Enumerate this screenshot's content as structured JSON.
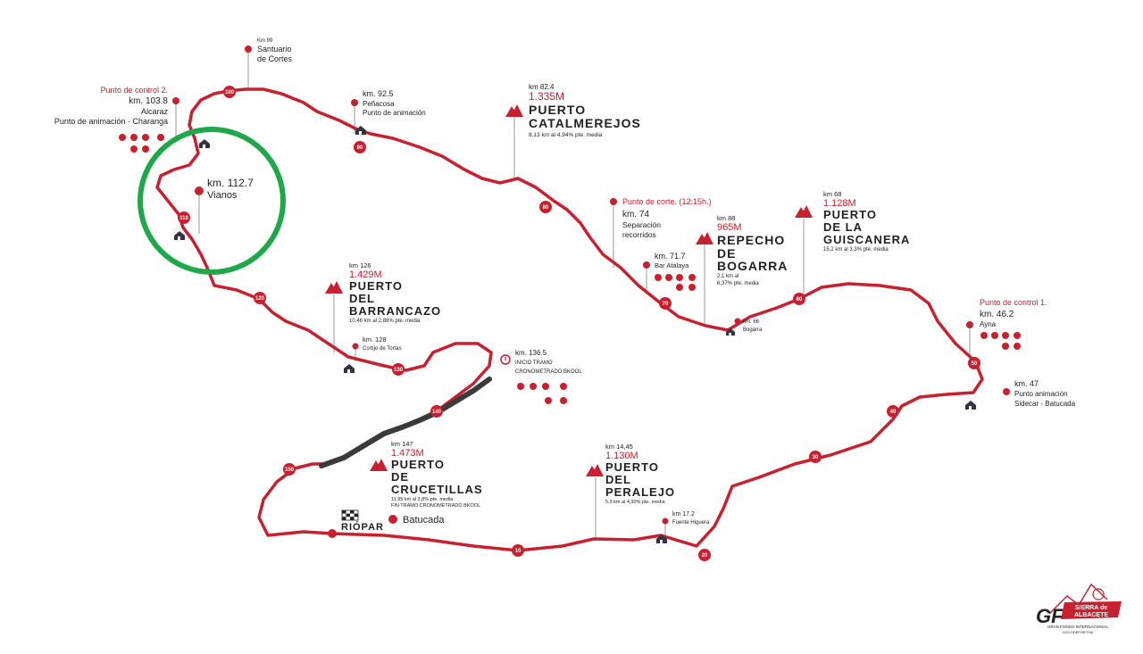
{
  "colors": {
    "route": "#c8202e",
    "timed_segment": "#3a3a3a",
    "highlight_circle": "#1fa84a",
    "text": "#222222"
  },
  "km_markers": [
    "100",
    "90",
    "80",
    "70",
    "60",
    "50",
    "40",
    "30",
    "20",
    "10",
    "110",
    "120",
    "130",
    "140",
    "150"
  ],
  "points": {
    "santuario": {
      "km": "Km 99",
      "name1": "Santuario",
      "name2": "de Cortes"
    },
    "control2": {
      "tag": "Punto de control 2.",
      "km": "km. 103.8",
      "name": "Alcaraz",
      "desc": "Punto de animación - Charanga"
    },
    "penacosa": {
      "km": "km. 92.5",
      "name": "Peñacosa",
      "desc": "Punto de animación"
    },
    "vianos": {
      "km": "km. 112.7",
      "name": "Vianos"
    },
    "corte": {
      "tag": "Punto de corte. (12:15h.)",
      "km": "km. 74",
      "l1": "Separación",
      "l2": "recorridos"
    },
    "atalaya": {
      "km": "km. 71.7",
      "name": "Bar Atalaya"
    },
    "bogarra": {
      "km": "km. 66",
      "name": "Bogarra"
    },
    "control1": {
      "tag": "Punto de control 1.",
      "km": "km. 46.2",
      "name": "Ayna"
    },
    "animacion47": {
      "km": "km. 47",
      "l1": "Punto animación",
      "l2": "Sidecar - Batucada"
    },
    "cortijo": {
      "km": "km. 128",
      "name": "Cortijo de Tortas"
    },
    "tramo": {
      "km": "km. 136.5",
      "l1": "INICIO TRAMO",
      "l2": "CRONOMETRADO BKOOL"
    },
    "fuente": {
      "km": "km 17.2",
      "name": "Fuente Higuera"
    },
    "riopar": {
      "name": "RIÓPAR",
      "animation": "Batucada"
    }
  },
  "climbs": {
    "catalmerejos": {
      "km": "km 82.4",
      "alt": "1.335M",
      "l1": "PUERTO",
      "l2": "CATALMEREJOS",
      "stats": "8,13 km al 4,94% pte. media"
    },
    "bogarra": {
      "km": "km 88",
      "alt": "965M",
      "l1": "REPECHO",
      "l2": "DE",
      "l3": "BOGARRA",
      "s1": "2,1 km al",
      "s2": "6,37% pte. media"
    },
    "guiscanera": {
      "km": "km 68",
      "alt": "1.128M",
      "l1": "PUERTO",
      "l2": "DE LA",
      "l3": "GUISCANERA",
      "stats": "15,2 km al 3,3% pte. media"
    },
    "barrancazo": {
      "km": "km 126",
      "alt": "1.429M",
      "l1": "PUERTO",
      "l2": "DEL",
      "l3": "BARRANCAZO",
      "stats": "10,46 km al 2,88% pte. media"
    },
    "crucetillas": {
      "km": "km 147",
      "alt": "1.473M",
      "l1": "PUERTO",
      "l2": "DE",
      "l3": "CRUCETILLAS",
      "s1": "11,95 km al 3,8% pte. media",
      "s2": "FIN TRAMO CRONOMETRADO BKOOL"
    },
    "peralejo": {
      "km": "km 14,45",
      "alt": "1.130M",
      "l1": "PUERTO",
      "l2": "DEL",
      "l3": "PERALEJO",
      "stats": "5,3 km al 4,30% pte. media"
    }
  },
  "logo": {
    "mark": "GF",
    "badge1": "SIERRA de",
    "badge2": "ALBACETE",
    "sub1": "GRAN FONDO INTERNACIONAL",
    "sub2": "CICLODEPORTIVA"
  }
}
